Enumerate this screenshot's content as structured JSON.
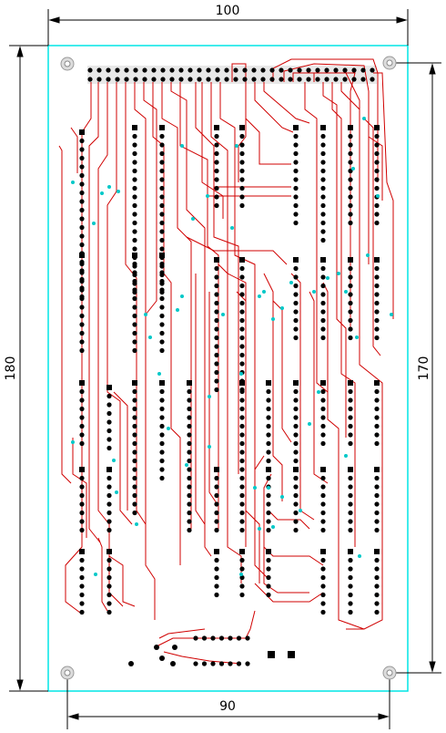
{
  "dimensions": {
    "top_width": "100",
    "bottom_width": "90",
    "left_height": "180",
    "right_height": "170"
  },
  "colors": {
    "board_outline": "#00e5e5",
    "traces": "#d00000",
    "pads": "#000000",
    "vias": "#00c8c8",
    "dimension_lines": "#000000",
    "mounting_holes": "#b0b0b0"
  },
  "icons": {
    "mounting_hole": "mounting-hole-icon"
  }
}
